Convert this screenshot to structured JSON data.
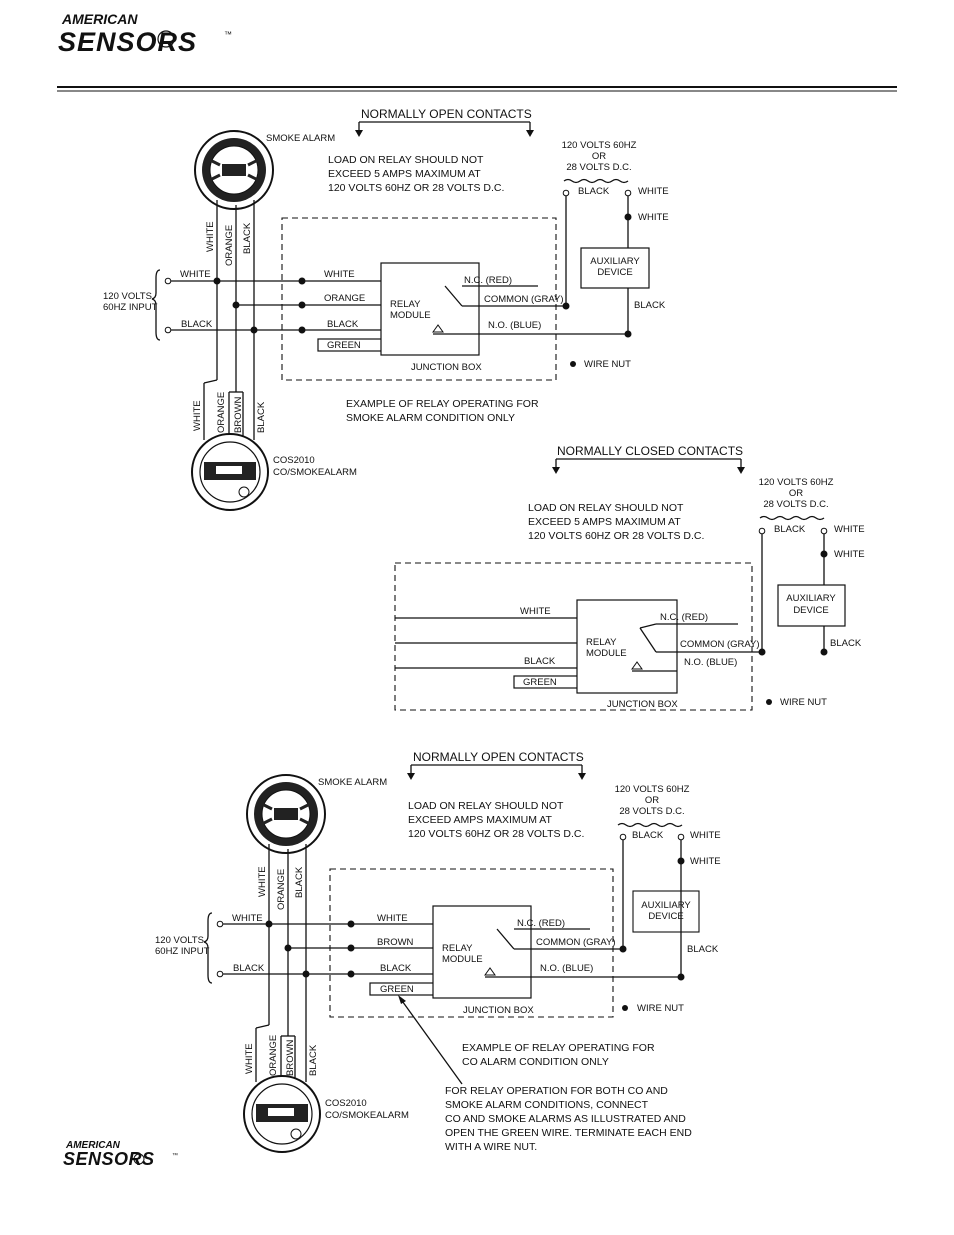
{
  "header": {
    "brand_top": "AMERICAN",
    "brand_bottom": "SENSORS",
    "tm": "™"
  },
  "footer": {
    "brand_top": "AMERICAN",
    "brand_bottom": "SENSORS",
    "tm": "™"
  },
  "diagram1": {
    "title": "NORMALLY OPEN CONTACTS",
    "smoke_alarm": "SMOKE ALARM",
    "load_note": [
      "LOAD ON RELAY SHOULD NOT",
      "EXCEED 5 AMPS MAXIMUM AT",
      "120 VOLTS 60HZ OR 28 VOLTS D.C."
    ],
    "supply": [
      "120 VOLTS 60HZ",
      "OR",
      "28 VOLTS D.C."
    ],
    "supply_black": "BLACK",
    "supply_white": "WHITE",
    "white_lower": "WHITE",
    "aux_device": [
      "AUXILIARY",
      "DEVICE"
    ],
    "aux_black": "BLACK",
    "vertical_top": [
      "WHITE",
      "ORANGE",
      "BLACK"
    ],
    "vertical_bottom": [
      "WHITE",
      "ORANGE",
      "BROWN",
      "BLACK"
    ],
    "input_white": "WHITE",
    "input_label": [
      "120 VOLTS",
      "60HZ INPUT"
    ],
    "input_black": "BLACK",
    "jb_white": "WHITE",
    "jb_orange": "ORANGE",
    "jb_black": "BLACK",
    "jb_green": "GREEN",
    "relay_module": [
      "RELAY",
      "MODULE"
    ],
    "nc": "N.C. (RED)",
    "common": "COMMON (GRAY)",
    "no": "N.O. (BLUE)",
    "junction_box": "JUNCTION BOX",
    "wire_nut": "WIRE NUT",
    "example": [
      "EXAMPLE OF RELAY OPERATING FOR",
      "SMOKE ALARM CONDITION ONLY"
    ],
    "co_label": [
      "COS2010",
      "CO/SMOKEALARM"
    ]
  },
  "diagram2": {
    "title": "NORMALLY CLOSED CONTACTS",
    "load_note": [
      "LOAD ON RELAY SHOULD NOT",
      "EXCEED 5 AMPS MAXIMUM AT",
      "120 VOLTS 60HZ OR 28 VOLTS D.C."
    ],
    "supply": [
      "120 VOLTS 60HZ",
      "OR",
      "28 VOLTS D.C."
    ],
    "supply_black": "BLACK",
    "supply_white": "WHITE",
    "white_lower": "WHITE",
    "aux_device": [
      "AUXILIARY",
      "DEVICE"
    ],
    "aux_black": "BLACK",
    "jb_white": "WHITE",
    "jb_black": "BLACK",
    "jb_green": "GREEN",
    "relay_module": [
      "RELAY",
      "MODULE"
    ],
    "nc": "N.C. (RED)",
    "common": "COMMON (GRAY)",
    "no": "N.O. (BLUE)",
    "junction_box": "JUNCTION BOX",
    "wire_nut": "WIRE NUT"
  },
  "diagram3": {
    "title": "NORMALLY OPEN CONTACTS",
    "smoke_alarm": "SMOKE ALARM",
    "load_note": [
      "LOAD ON RELAY SHOULD NOT",
      "EXCEED    AMPS MAXIMUM AT",
      "120 VOLTS 60HZ OR 28 VOLTS D.C."
    ],
    "supply": [
      "120 VOLTS 60HZ",
      "OR",
      "28 VOLTS D.C."
    ],
    "supply_black": "BLACK",
    "supply_white": "WHITE",
    "white_lower": "WHITE",
    "aux_device": [
      "AUXILIARY",
      "DEVICE"
    ],
    "aux_black": "BLACK",
    "vertical_top": [
      "WHITE",
      "ORANGE",
      "BLACK"
    ],
    "vertical_bottom": [
      "WHITE",
      "ORANGE",
      "BROWN",
      "BLACK"
    ],
    "input_white": "WHITE",
    "input_label": [
      "120 VOLTS",
      "60HZ INPUT"
    ],
    "input_black": "BLACK",
    "jb_white": "WHITE",
    "jb_brown": "BROWN",
    "jb_black": "BLACK",
    "jb_green": "GREEN",
    "relay_module": [
      "RELAY",
      "MODULE"
    ],
    "nc": "N.C. (RED)",
    "common": "COMMON (GRAY)",
    "no": "N.O. (BLUE)",
    "junction_box": "JUNCTION BOX",
    "wire_nut": "WIRE NUT",
    "example": [
      "EXAMPLE OF RELAY OPERATING FOR",
      "CO ALARM CONDITION ONLY"
    ],
    "both_note": [
      "FOR RELAY OPERATION FOR BOTH CO AND",
      "SMOKE ALARM CONDITIONS, CONNECT",
      "CO AND SMOKE ALARMS AS ILLUSTRATED AND",
      "OPEN THE GREEN WIRE. TERMINATE EACH END",
      "WITH A WIRE NUT."
    ],
    "co_label": [
      "COS2010",
      "CO/SMOKEALARM"
    ]
  }
}
